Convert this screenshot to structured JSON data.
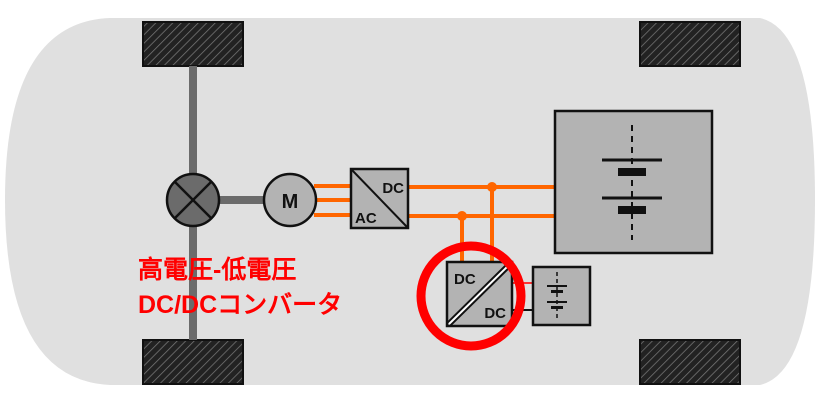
{
  "motor": {
    "label": "M"
  },
  "inverter": {
    "top": "DC",
    "bottom": "AC"
  },
  "dcdc": {
    "top": "DC",
    "bottom": "DC"
  },
  "annotation": {
    "line1": "高電圧-低電圧",
    "line2": "DC/DCコンバータ"
  },
  "colors": {
    "hv_line": "#ff6600",
    "highlight": "#ff0000",
    "body": "#e0e0e0",
    "component": "#b3b3b3"
  }
}
